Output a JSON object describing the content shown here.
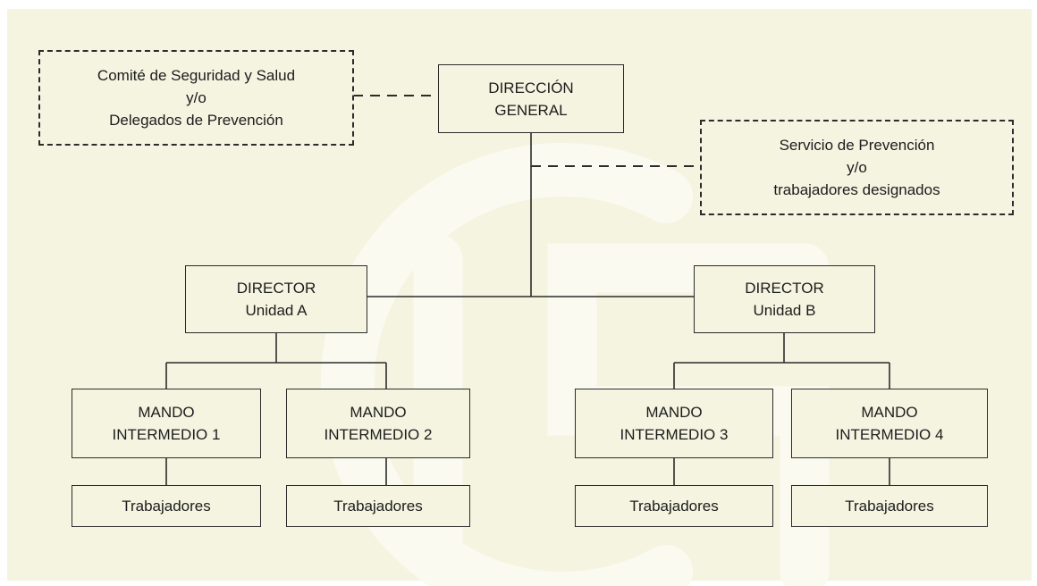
{
  "diagram": {
    "top": {
      "label": "DIRECCIÓN\nGENERAL"
    },
    "committee": {
      "label": "Comité de Seguridad y Salud\ny/o\nDelegados de Prevención"
    },
    "prevention_service": {
      "label": "Servicio de Prevención\ny/o\ntrabajadores designados"
    },
    "director_a": {
      "label": "DIRECTOR\nUnidad A"
    },
    "director_b": {
      "label": "DIRECTOR\nUnidad B"
    },
    "mandos": [
      {
        "label": "MANDO\nINTERMEDIO 1"
      },
      {
        "label": "MANDO\nINTERMEDIO 2"
      },
      {
        "label": "MANDO\nINTERMEDIO 3"
      },
      {
        "label": "MANDO\nINTERMEDIO 4"
      }
    ],
    "workers": [
      {
        "label": "Trabajadores"
      },
      {
        "label": "Trabajadores"
      },
      {
        "label": "Trabajadores"
      },
      {
        "label": "Trabajadores"
      }
    ]
  },
  "colors": {
    "background": "#f5f4e1",
    "watermark": "#fbfaf0",
    "line": "#2b2b2b"
  },
  "watermark": {
    "icon": "letters-watermark-logo"
  }
}
